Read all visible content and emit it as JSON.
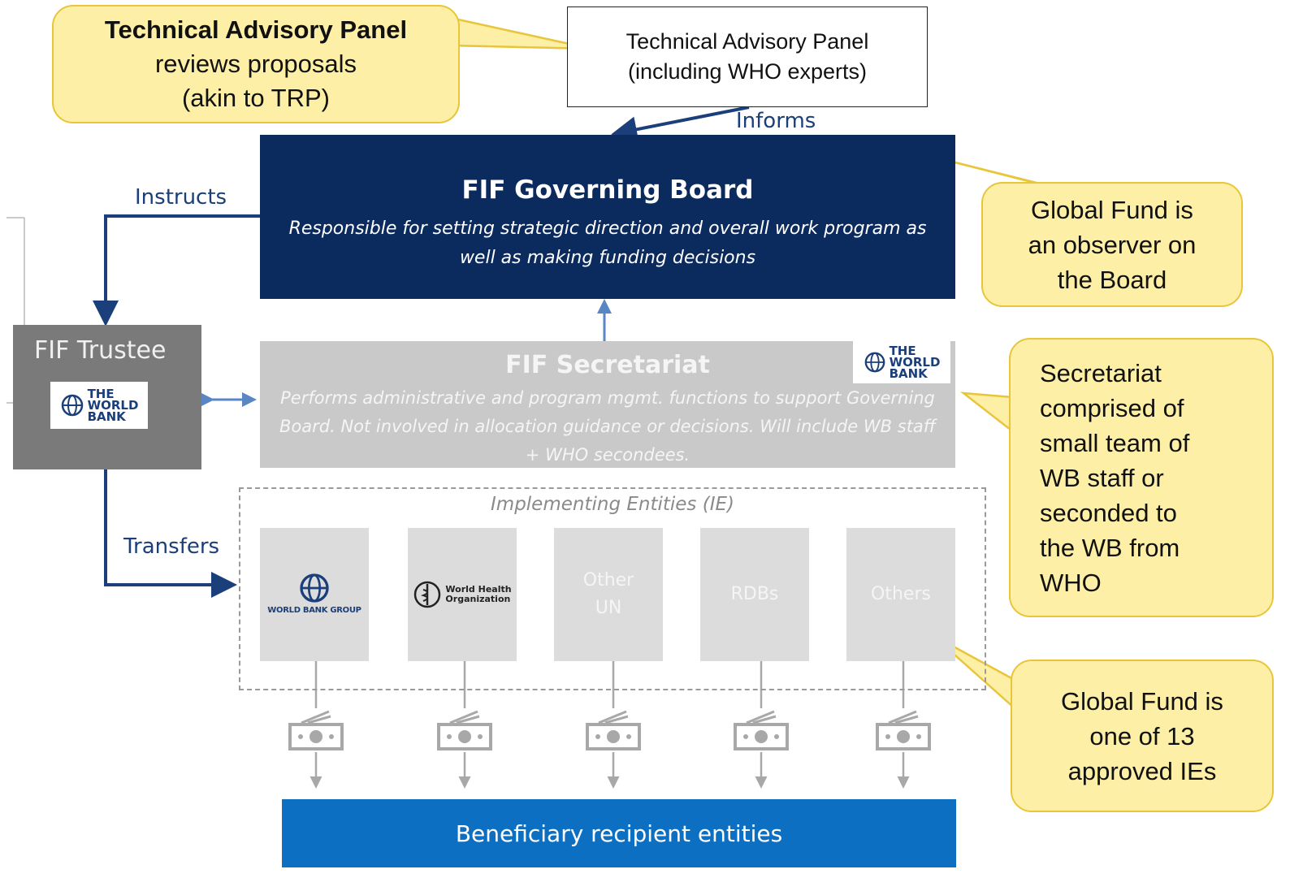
{
  "tap_callout": {
    "title": "Technical Advisory Panel",
    "line1": "reviews proposals",
    "line2": "(akin to TRP)"
  },
  "tap_box": {
    "line1": "Technical Advisory Panel",
    "line2": "(including WHO experts)"
  },
  "labels": {
    "informs": "Informs",
    "instructs": "Instructs",
    "transfers": "Transfers"
  },
  "board": {
    "title": "FIF Governing Board",
    "description": "Responsible for setting strategic direction and overall work program as well as making funding decisions"
  },
  "board_callout": {
    "line1": "Global Fund is",
    "line2": "an observer on",
    "line3": "the Board"
  },
  "trustee": {
    "title": "FIF Trustee",
    "logo_line1": "THE",
    "logo_line2": "WORLD",
    "logo_line3": "BANK"
  },
  "secretariat": {
    "title": "FIF Secretariat",
    "description": "Performs administrative and program mgmt. functions to support Governing Board. Not involved in allocation guidance or decisions. Will include WB staff + WHO secondees.",
    "logo_line1": "THE",
    "logo_line2": "WORLD",
    "logo_line3": "BANK"
  },
  "secretariat_callout": {
    "lines": [
      "Secretariat",
      "comprised of",
      "small team of",
      "WB staff or",
      "seconded to",
      "the WB from",
      "WHO"
    ]
  },
  "implementing_entities": {
    "title": "Implementing Entities (IE)",
    "wbg_label": "WORLD BANK GROUP",
    "who_line1": "World Health",
    "who_line2": "Organization",
    "other_un_line1": "Other",
    "other_un_line2": "UN",
    "rdbs": "RDBs",
    "others": "Others"
  },
  "ie_callout": {
    "line1": "Global Fund is",
    "line2": "one of 13",
    "line3": "approved IEs"
  },
  "beneficiary": {
    "label": "Beneficiary recipient entities"
  },
  "colors": {
    "board_navy": "#0b2a5e",
    "beneficiary_blue": "#0d6fc2",
    "callout_fill": "#fdf0a6",
    "callout_border": "#e8c53a",
    "secretariat_gray": "#c9c9c9",
    "trustee_gray": "#7a7a7a"
  }
}
